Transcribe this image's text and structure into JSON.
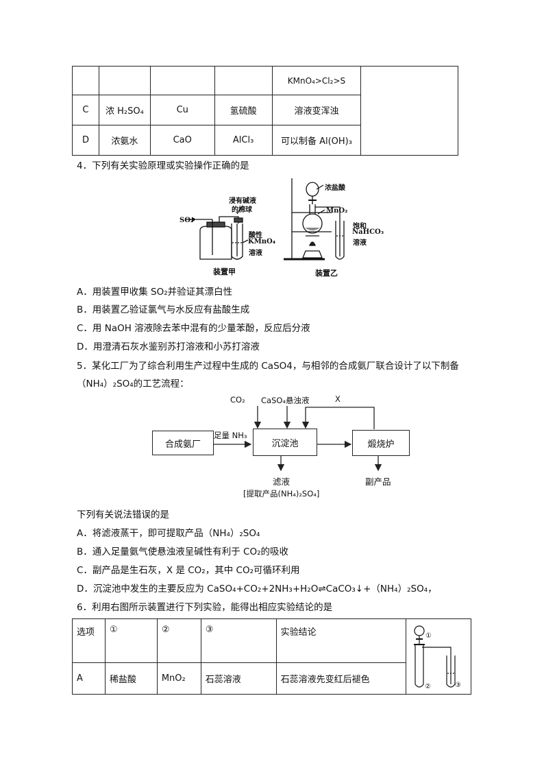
{
  "table_top": {
    "row0": {
      "c4": "KMnO₄>Cl₂>S"
    },
    "rowC": {
      "option": "C",
      "c1": "浓 H₂SO₄",
      "c2": "Cu",
      "c3": "氢硫酸",
      "c4": "溶液变浑浊"
    },
    "rowD": {
      "option": "D",
      "c1": "浓氨水",
      "c2": "CaO",
      "c3": "AlCl₃",
      "c4": "可以制备 Al(OH)₃"
    }
  },
  "q4": {
    "stem": "4．下列有关实验原理或实验操作正确的是",
    "figure": {
      "so2_label": "SO₂",
      "cotton_label_1": "浸有碱液",
      "cotton_label_2": "的棉球",
      "kmno4_label_1": "酸性",
      "kmno4_label_2": "KMnO₄",
      "kmno4_label_3": "溶液",
      "device_a": "装置甲",
      "hcl_label": "浓盐酸",
      "mno2_label": "MnO₂",
      "nahco3_label_1": "饱和",
      "nahco3_label_2": "NaHCO₃",
      "nahco3_label_3": "溶液",
      "device_b": "装置乙"
    },
    "options": [
      "A．用装置甲收集 SO₂并验证其漂白性",
      "B．用装置乙验证氯气与水反应有盐酸生成",
      "C．用 NaOH 溶液除去苯中混有的少量苯酚，反应后分液",
      "D．用澄清石灰水鉴别苏打溶液和小苏打溶液"
    ]
  },
  "q5": {
    "stem_1": "5．某化工厂为了综合利用生产过程中生成的 CaSO4，与相邻的合成氨厂联合设计了以下制备",
    "stem_2": "（NH₄）₂SO₄的工艺流程：",
    "flow": {
      "box_ammonia": "合成氨厂",
      "box_settle": "沉淀池",
      "box_furnace": "煅烧炉",
      "in_co2": "CO₂",
      "in_caso4": "CaSO₄悬浊液",
      "in_x": "X",
      "nh3": "足量 NH₃",
      "filtrate": "滤液",
      "extract": "[提取产品(NH₄)₂SO₄]",
      "byproduct": "副产品"
    },
    "question": "下列有关说法错误的是",
    "options": [
      "A．将滤液蒸干，即可提取产品（NH₄）₂SO₄",
      "B．通入足量氨气使悬浊液呈碱性有利于 CO₂的吸收",
      "C．副产品是生石灰，X 是 CO₂，其中 CO₂可循环利用",
      "D．沉淀池中发生的主要反应为 CaSO₄+CO₂+2NH₃+H₂O⇌CaCO₃↓+（NH₄）₂SO₄，"
    ]
  },
  "q6": {
    "stem": "6．利用右图所示装置进行下列实验，能得出相应实验结论的是",
    "table": {
      "headers": [
        "选项",
        "①",
        "②",
        "③",
        "实验结论"
      ],
      "rowA": [
        "A",
        "稀盐酸",
        "MnO₂",
        "石蕊溶液",
        "石蕊溶液先变红后褪色"
      ]
    },
    "figure": {
      "label1": "①",
      "label2": "②",
      "label3": "③"
    }
  }
}
